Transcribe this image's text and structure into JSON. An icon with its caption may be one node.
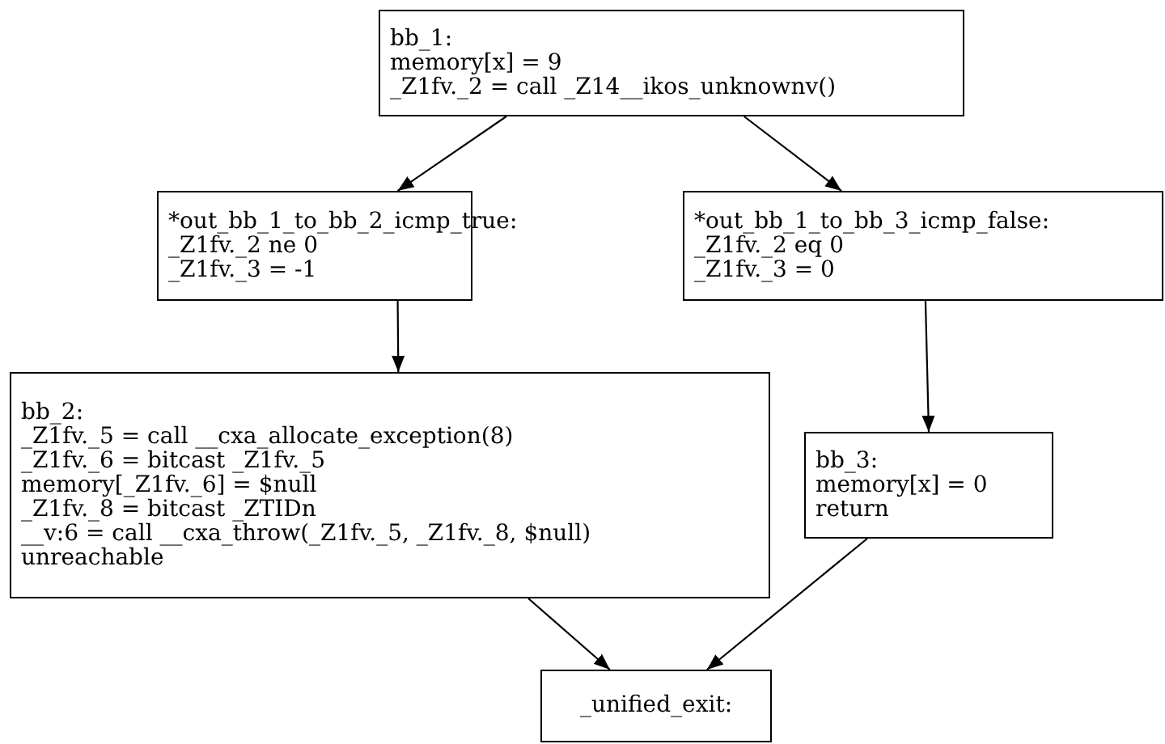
{
  "diagram": {
    "nodes": [
      {
        "text": [
          "bb_1:",
          "memory[x] = 9",
          "_Z1fv._2 = call _Z14__ikos_unknownv()"
        ]
      },
      {
        "text": [
          "*out_bb_1_to_bb_2_icmp_true:",
          "_Z1fv._2 ne 0",
          "_Z1fv._3 = -1"
        ]
      },
      {
        "text": [
          "*out_bb_1_to_bb_3_icmp_false:",
          "_Z1fv._2 eq 0",
          "_Z1fv._3 = 0"
        ]
      },
      {
        "text": [
          "bb_2:",
          "_Z1fv._5 = call __cxa_allocate_exception(8)",
          "_Z1fv._6 = bitcast _Z1fv._5",
          "memory[_Z1fv._6] = $null",
          "_Z1fv._8 = bitcast _ZTIDn",
          "__v:6 = call __cxa_throw(_Z1fv._5, _Z1fv._8, $null)",
          "unreachable"
        ]
      },
      {
        "text": [
          "bb_3:",
          "memory[x] = 0",
          "return"
        ]
      },
      {
        "text": [
          "_unified_exit:"
        ]
      }
    ],
    "edges": [
      {
        "from": 0,
        "to": 1,
        "arrow": "to"
      },
      {
        "from": 0,
        "to": 2,
        "arrow": "to"
      },
      {
        "from": 1,
        "to": 3,
        "arrow": "to"
      },
      {
        "from": 2,
        "to": 4,
        "arrow": "to"
      },
      {
        "from": 3,
        "to": 5,
        "arrow": "to"
      },
      {
        "from": 4,
        "to": 5,
        "arrow": "to"
      }
    ]
  }
}
